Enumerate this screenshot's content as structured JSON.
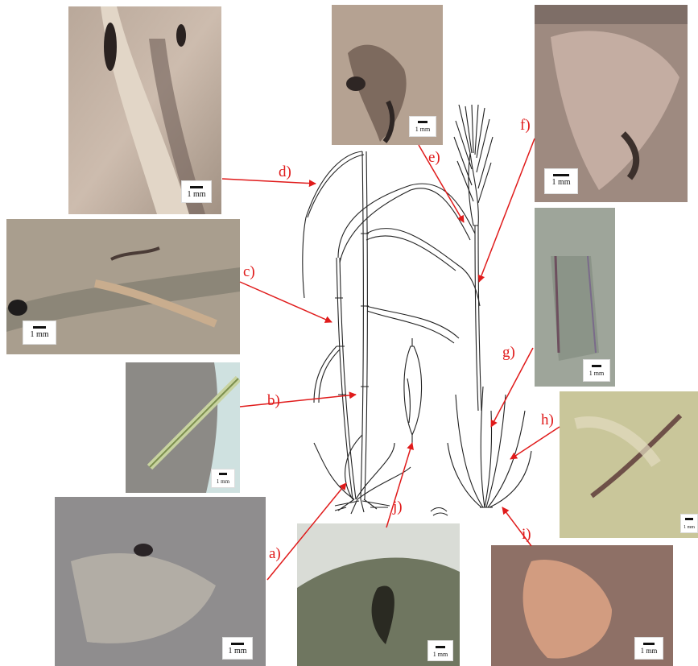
{
  "scale_unit": "1 mm",
  "labels": {
    "a": "a)",
    "b": "b)",
    "c": "c)",
    "d": "d)",
    "e": "e)",
    "f": "f)",
    "g": "g)",
    "h": "h)",
    "i": "i)",
    "j": "j)"
  },
  "colors": {
    "leader": "#e01b1b",
    "drawing_ink": "#222222"
  }
}
